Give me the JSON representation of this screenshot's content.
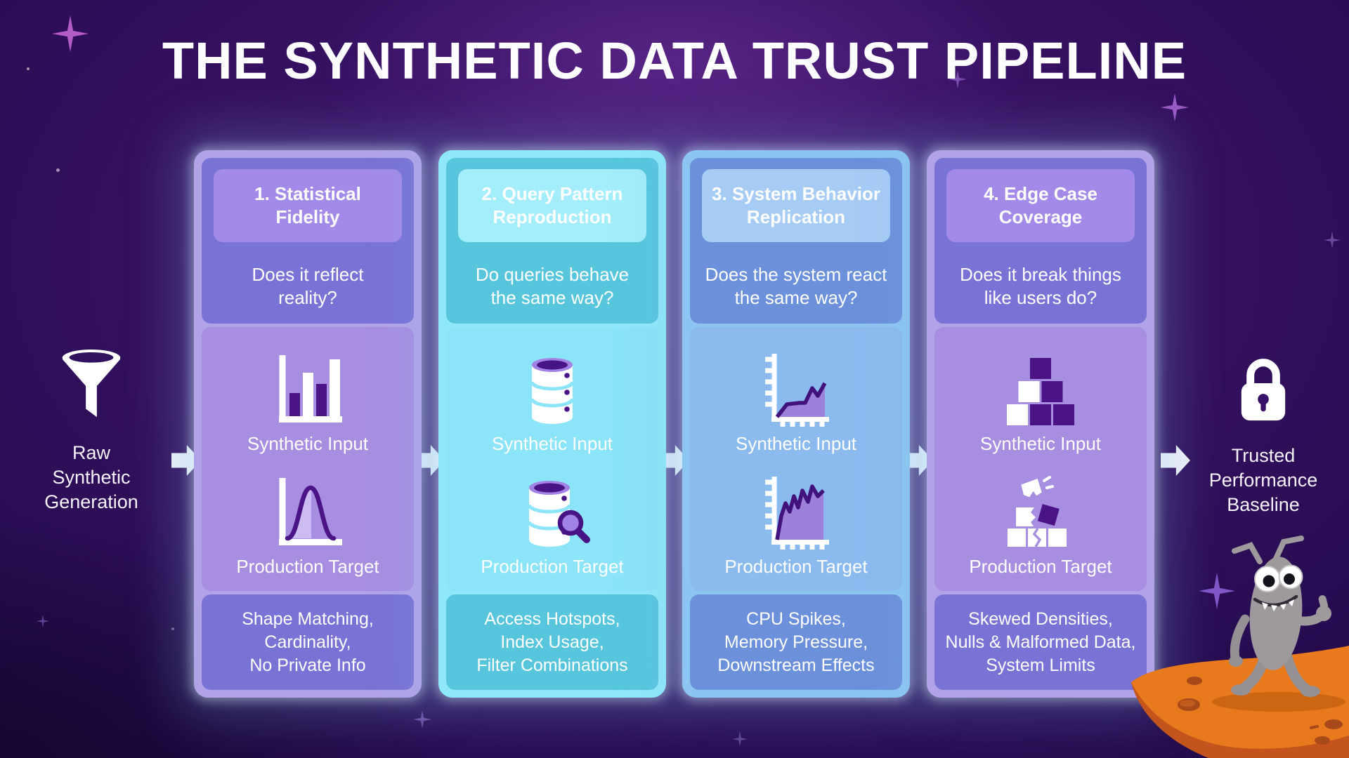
{
  "title": "THE SYNTHETIC DATA TRUST PIPELINE",
  "source": {
    "icon": "funnel-icon",
    "lines": [
      "Raw",
      "Synthetic",
      "Generation"
    ]
  },
  "result": {
    "icon": "lock-icon",
    "lines": [
      "Trusted",
      "Performance",
      "Baseline"
    ]
  },
  "stages": [
    {
      "badge": "1. Statistical Fidelity",
      "question_lines": [
        "Does it reflect",
        "reality?"
      ],
      "input_label": "Synthetic Input",
      "target_label": "Production Target",
      "input_icon": "bar-chart-icon",
      "target_icon": "bell-curve-icon",
      "criteria_lines": [
        "Shape Matching,",
        "Cardinality,",
        "No Private Info"
      ],
      "theme": {
        "border": "#b2a3e8",
        "zone": "#7973d5",
        "badge": "#a38ae8",
        "body": "#a78ee0",
        "ink": "#4a1487",
        "mid": "#9b7fd8",
        "light": "#cdbcf2"
      }
    },
    {
      "badge": "2. Query Pattern Reproduction",
      "question_lines": [
        "Do queries behave",
        "the same way?"
      ],
      "input_label": "Synthetic Input",
      "target_label": "Production Target",
      "input_icon": "database-icon",
      "target_icon": "database-search-icon",
      "criteria_lines": [
        "Access Hotspots,",
        "Index Usage,",
        "Filter Combinations"
      ],
      "theme": {
        "border": "#8fe8f9",
        "zone": "#57c6dd",
        "badge": "#a4edfb",
        "body": "#8be4f8",
        "ink": "#471385",
        "mid": "#9b7fd8",
        "light": "#a282e4"
      }
    },
    {
      "badge": "3. System Behavior Replication",
      "question_lines": [
        "Does the system react",
        "the same way?"
      ],
      "input_label": "Synthetic Input",
      "target_label": "Production Target",
      "input_icon": "line-chart-icon",
      "target_icon": "mountain-chart-icon",
      "criteria_lines": [
        "CPU Spikes,",
        "Memory Pressure,",
        "Downstream Effects"
      ],
      "theme": {
        "border": "#8cc5f2",
        "zone": "#6c90da",
        "badge": "#a6cbf5",
        "body": "#8abaee",
        "ink": "#42127c",
        "mid": "#9d80da",
        "light": "#b29aea"
      }
    },
    {
      "badge": "4. Edge Case Coverage",
      "question_lines": [
        "Does it break things",
        "like users do?"
      ],
      "input_label": "Synthetic Input",
      "target_label": "Production Target",
      "input_icon": "blocks-pyramid-icon",
      "target_icon": "broken-blocks-icon",
      "criteria_lines": [
        "Skewed Densities,",
        "Nulls & Malformed Data,",
        "System Limits"
      ],
      "theme": {
        "border": "#b2a3e8",
        "zone": "#7973d5",
        "badge": "#a38ae8",
        "body": "#a78ee0",
        "ink": "#4a1487",
        "mid": "#9b7fd8",
        "light": "#cdbcf2"
      }
    }
  ],
  "colors": {
    "background_top": "#41166f",
    "background_deep": "#1d0942",
    "arrow": "#eef1f8",
    "glow": "#cfeffd",
    "title_text": "#fdfcff",
    "planet": "#e8791d",
    "planet_rim": "#c2541c",
    "planet_shadow": "#cd6613",
    "planet_crater": "#a8491a",
    "mascot_gray": "#9d999d",
    "mascot_limb": "#949094",
    "sparkle_purple": "#9a5ac4"
  }
}
